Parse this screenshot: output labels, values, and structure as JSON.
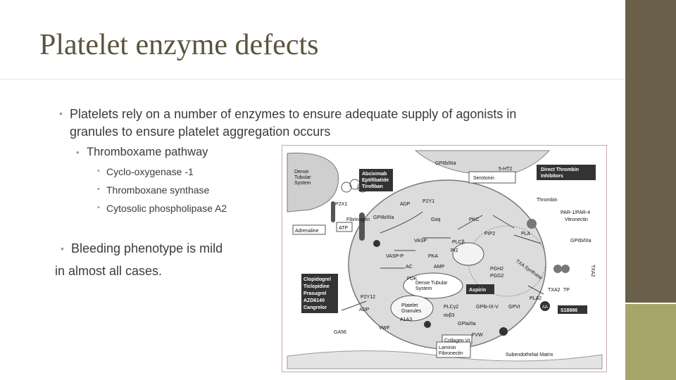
{
  "slide": {
    "title": "Platelet enzyme defects",
    "bullet_1_line_1": "Platelets rely on a number of enzymes to ensure adequate supply of agonists in",
    "bullet_1_line_2": "granules to ensure platelet aggregation occurs",
    "sub_bullet": "Thromboxame pathway",
    "sub_sub_bullets": [
      "Cyclo-oxygenase -1",
      "Thromboxane synthase",
      "Cytosolic phospholipase A2"
    ],
    "bullet_2_line_1": "Bleeding phenotype is mild",
    "bullet_2_line_2": "in almost all cases."
  },
  "colors": {
    "title": "#5b543f",
    "bar_main": "#6a6049",
    "bar_accent": "#a6a66b",
    "bullet_dot": "#9e9a7e"
  },
  "figure": {
    "labels": {
      "dense_tubular": [
        "Dense",
        "Tubular",
        "System"
      ],
      "abciximab": [
        "Abciximab",
        "Eptifibatide",
        "Tirofiban"
      ],
      "gpiib_top": "GPIIb/IIIa",
      "serotonin": "Serotonin",
      "ht2": "5-HT2",
      "direct_thrombin": [
        "Direct Thrombin",
        "Inhibitors"
      ],
      "p2x1": "P2X1",
      "adp_top": "ADP",
      "p2y1": "P2Y1",
      "thrombin": "Thrombin",
      "par": "PAR-1/PAR-4",
      "vitronectin": "Vitronectin",
      "fibrinogen": "Fibrinogen",
      "adrenaline": "Adrenaline",
      "atp": "ATP",
      "gq": "Gαq",
      "pkc": "PKC",
      "pip2": "PIP2",
      "gpiib_mid": "GPIIb/IIIa",
      "vasp": "VASP",
      "plcb": "PLCβ",
      "pi2": "PI2",
      "pla": "PLA",
      "gpiib_right": "GPIIb/IIIa",
      "vasp_p": "VASP-P",
      "pka": "PKA",
      "ac": "AC",
      "amp": "AMP",
      "pdk": "PDK",
      "dense_center": [
        "Dense Tubular",
        "System"
      ],
      "pgh2": "PGH2",
      "pgg2": "PGG2",
      "tx_synthase": "TXA Synthase",
      "txa2_right": "TXA2",
      "txa2": "TXA2",
      "tp": "TP",
      "aspirin": "Aspirin",
      "s18886": "S18886",
      "clopidogrel": [
        "Clopidogrel",
        "Ticlopidine",
        "Prasugrel",
        "AZD6140",
        "Cangrelor"
      ],
      "p2y12": "P2Y12",
      "adp_left": "ADP",
      "platelet_granules": [
        "Platelet",
        "Granules"
      ],
      "plcy2": "PLCγ2",
      "gpib": "GPIb-IX-V",
      "gpvi": "GPVI",
      "pla2": "PLA2",
      "aa": "AA",
      "a1a3": "A1A3",
      "avb3": "αvβ3",
      "gpia": "GPIa/IIa",
      "fvw": "FVW",
      "ga56": "GA56",
      "vwf": "VWF",
      "laminin": [
        "Laminin",
        "Fibronectin"
      ],
      "collagen": "Collagen VI",
      "subendo": "Subendothelial Matrix"
    }
  }
}
